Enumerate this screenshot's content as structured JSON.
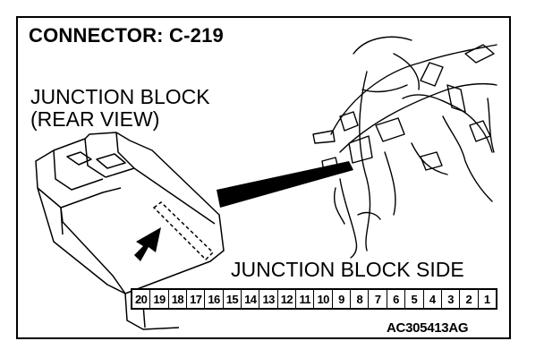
{
  "diagram": {
    "title": "CONNECTOR: C-219",
    "labels": {
      "junction_block_line1": "JUNCTION BLOCK",
      "junction_block_line2": "(REAR VIEW)",
      "junction_block_side": "JUNCTION BLOCK SIDE"
    },
    "part_code": "AC305413AG",
    "connector_pins": [
      "20",
      "19",
      "18",
      "17",
      "16",
      "15",
      "14",
      "13",
      "12",
      "11",
      "10",
      "9",
      "8",
      "7",
      "6",
      "5",
      "4",
      "3",
      "2",
      "1"
    ]
  }
}
